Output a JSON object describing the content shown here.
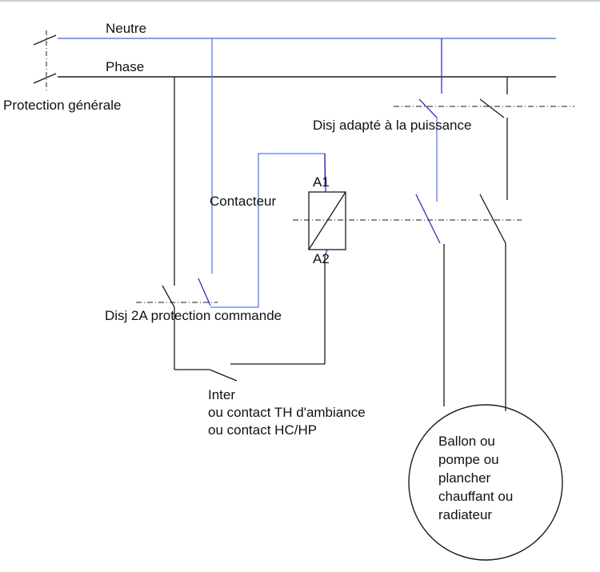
{
  "colors": {
    "neutral_wire": "#5b7be8",
    "phase_wire": "#1a1a1a",
    "switch_blade": "#3b2fb8",
    "text": "#111111"
  },
  "labels": {
    "neutre": "Neutre",
    "phase": "Phase",
    "protection_generale": "Protection générale",
    "disj_puissance": "Disj adapté à la puissance",
    "contacteur": "Contacteur",
    "a1": "A1",
    "a2": "A2",
    "disj_commande": "Disj 2A protection commande",
    "inter_lines": "Inter\nou contact TH d'ambiance\nou contact HC/HP",
    "load_lines": "Ballon ou\npompe ou\nplancher\nchauffant ou\nradiateur"
  }
}
